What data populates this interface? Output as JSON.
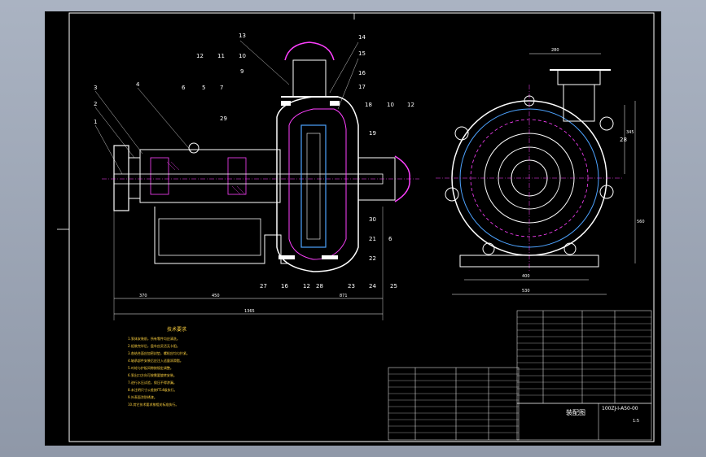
{
  "drawing": {
    "callouts_left_top": [
      "13",
      "12",
      "11",
      "10",
      "9",
      "14",
      "15",
      "16",
      "17",
      "18",
      "10",
      "12"
    ],
    "callouts_left_side": [
      "3",
      "2",
      "1",
      "4",
      "6",
      "5",
      "7",
      "29",
      "19",
      "30",
      "21",
      "6",
      "22"
    ],
    "callouts_bottom": [
      "27",
      "16",
      "12",
      "28",
      "23",
      "24",
      "25"
    ],
    "dims_front": [
      "370",
      "450",
      "871",
      "1365"
    ],
    "dims_side": [
      "280",
      "400",
      "530",
      "560",
      "345"
    ],
    "side_callout": "28",
    "notes_title": "技术要求",
    "notes": [
      "1.泵体安装前，所有零件均应清洗。",
      "2.组装完毕后，盘车应灵活无卡阻。",
      "3.各结合面应加密封垫，螺栓应均匀拧紧。",
      "4.轴承部件安装后应注入适量润滑脂。",
      "5.叶轮与护板间隙按规定调整。",
      "6.泵出口方向可按需要旋转安装。",
      "7.进行水压试验，保压不得渗漏。",
      "8.未注明尺寸公差按IT14级执行。",
      "9.外表面涂防锈漆。",
      "10.其它技术要求按相关标准执行。"
    ],
    "title_block": {
      "drawing_title": "装配图",
      "drawing_number": "100ZJ-I-A50-00",
      "scale": "1:5"
    }
  }
}
